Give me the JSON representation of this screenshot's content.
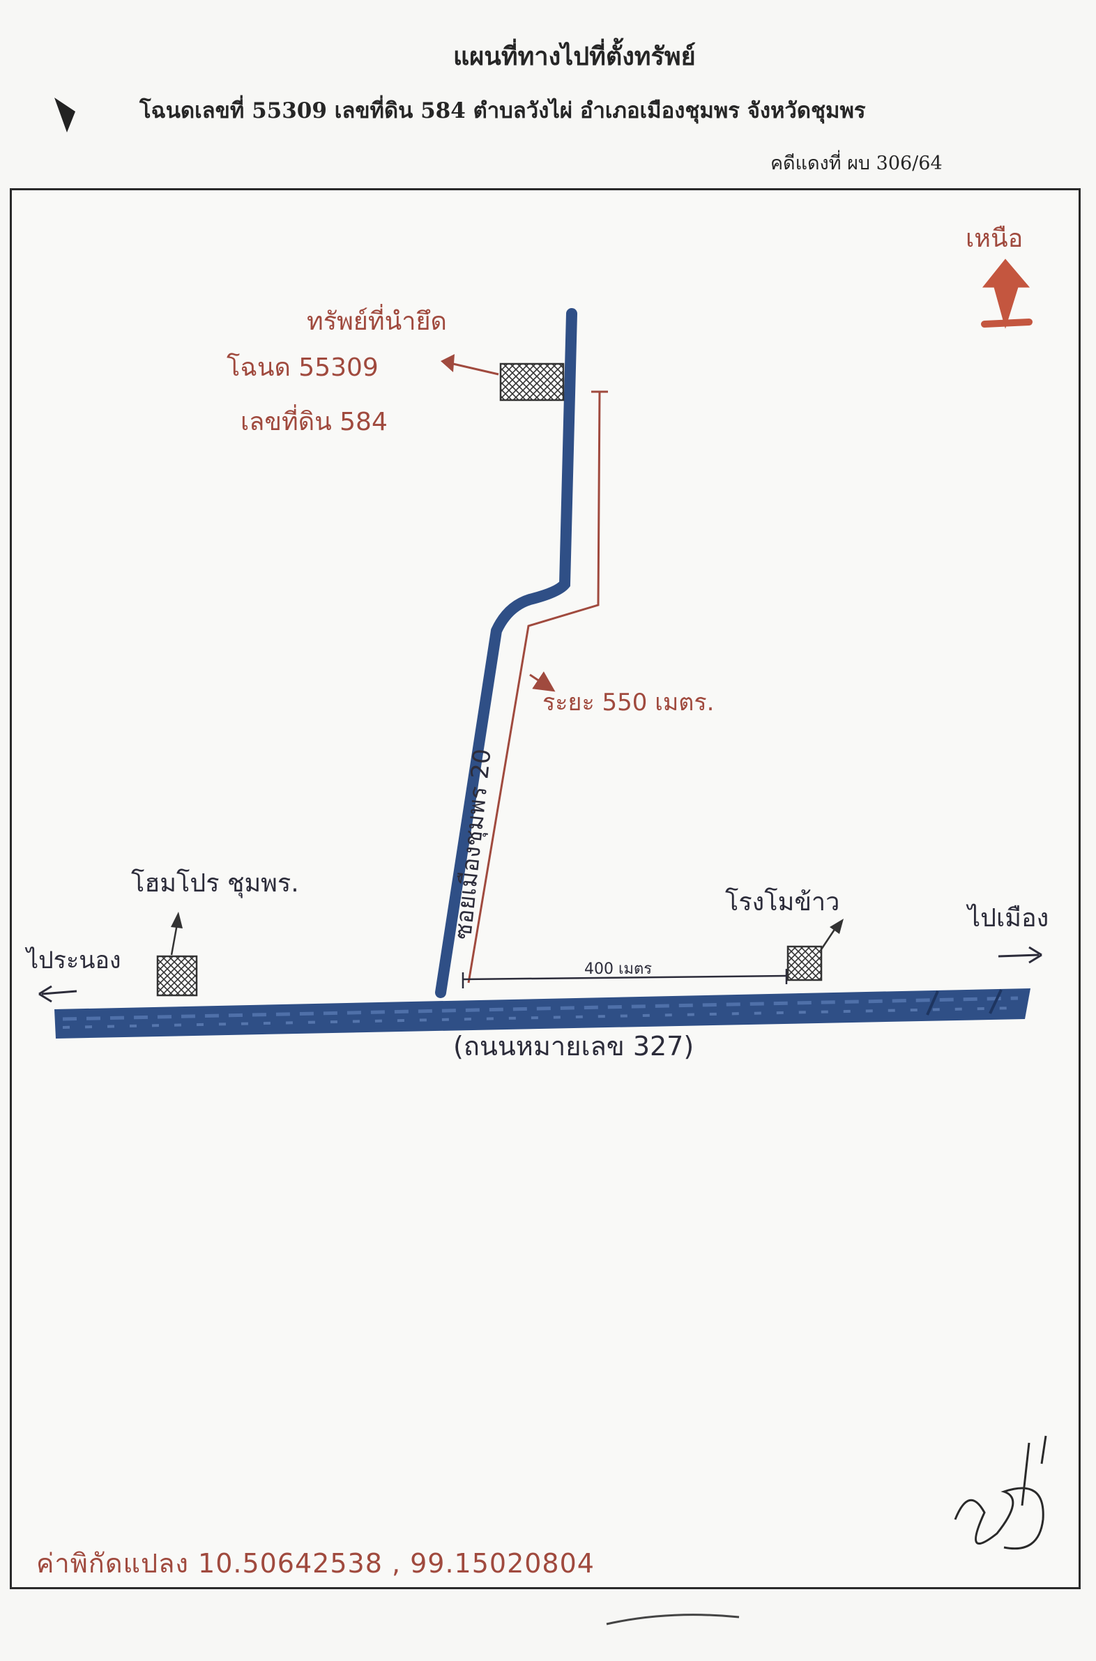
{
  "header": {
    "title": "แผนที่ทางไปที่ตั้งทรัพย์",
    "subtitle": "โฉนดเลขที่ 55309 เลขที่ดิน 584 ตำบลวังไผ่ อำเภอเมืองชุมพร จังหวัดชุมพร",
    "case_number": "คดีแดงที่ ผบ 306/64"
  },
  "map": {
    "north_label": "เหนือ",
    "asset": {
      "title": "ทรัพย์ที่นำยึด",
      "deed": "โฉนด 55309",
      "parcel": "เลขที่ดิน 584"
    },
    "soi_label": "ซอยเมืองชุมพร 20",
    "distance_soi": "ระยะ 550 เมตร.",
    "distance_road": "400 เมตร",
    "road_label": "(ถนนหมายเลข 327)",
    "landmarks": {
      "homepro": "โฮมโปร ชุมพร.",
      "factory": "โรงโมข้าว"
    },
    "direction_left": "ไประนอง",
    "direction_right": "ไปเมือง",
    "coordinates": "ค่าพิกัดแปลง 10.50642538 , 99.15020804"
  },
  "colors": {
    "road_blue": "#2f4f86",
    "ink_brown": "#a04a3e",
    "north_arrow": "#c4563f",
    "ink_dark": "#2c2c3a"
  }
}
